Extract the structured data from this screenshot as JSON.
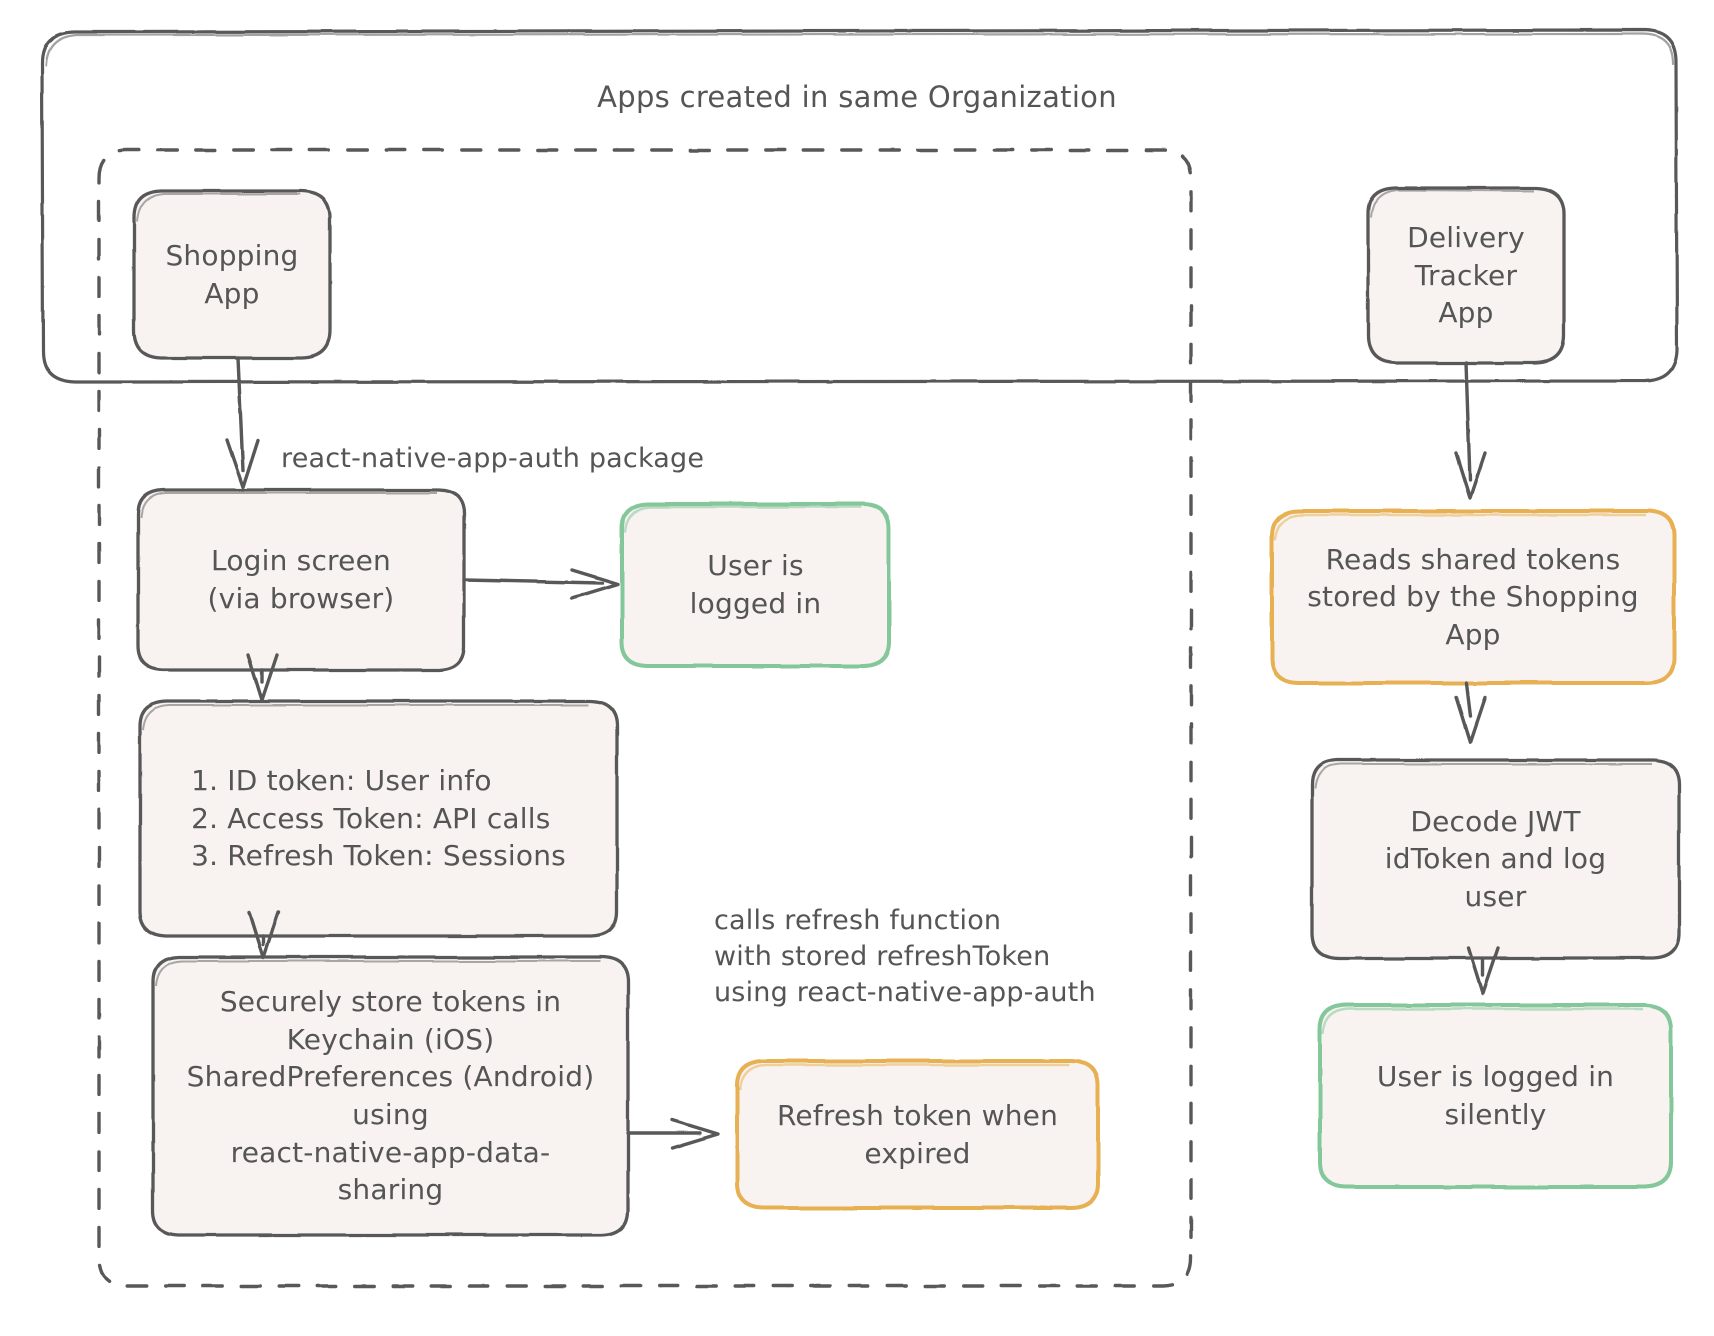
{
  "diagram": {
    "title": "Apps created in same Organization",
    "colors": {
      "stroke_dark": "#585858",
      "stroke_green": "#84c79a",
      "stroke_orange": "#e7b052",
      "fill_cream": "#f8f3f1",
      "text": "#555555",
      "background": "#ffffff"
    },
    "groups": [
      {
        "id": "org-boundary",
        "label": "Apps created in same Organization",
        "style": "solid"
      },
      {
        "id": "shopping-app-flow",
        "label": "",
        "style": "dashed"
      }
    ],
    "nodes": [
      {
        "id": "shopping-app",
        "label": "Shopping\nApp",
        "color": "dark",
        "align": "center"
      },
      {
        "id": "delivery-tracker-app",
        "label": "Delivery\nTracker\nApp",
        "color": "dark",
        "align": "center"
      },
      {
        "id": "login-screen",
        "label": "Login screen\n(via browser)",
        "color": "dark",
        "align": "center"
      },
      {
        "id": "user-logged-in",
        "label": "User is\nlogged in",
        "color": "green",
        "align": "center"
      },
      {
        "id": "tokens-list",
        "label": "1. ID token: User info\n2. Access Token: API calls\n3. Refresh Token: Sessions",
        "color": "dark",
        "align": "left"
      },
      {
        "id": "secure-store",
        "label": "Securely store tokens in\nKeychain (iOS)\nSharedPreferences (Android)\nusing\nreact-native-app-data-\nsharing",
        "color": "dark",
        "align": "center"
      },
      {
        "id": "refresh-token",
        "label": "Refresh token when\nexpired",
        "color": "orange",
        "align": "center"
      },
      {
        "id": "reads-shared-tokens",
        "label": "Reads shared tokens\nstored by the Shopping\nApp",
        "color": "orange",
        "align": "center"
      },
      {
        "id": "decode-jwt",
        "label": "Decode JWT\nidToken and log\nuser",
        "color": "dark",
        "align": "center"
      },
      {
        "id": "user-logged-in-silently",
        "label": "User is logged in\nsilently",
        "color": "green",
        "align": "center"
      }
    ],
    "edge_labels": [
      {
        "id": "package-label",
        "text": "react-native-app-auth package"
      },
      {
        "id": "refresh-annotation",
        "text": "calls refresh function\nwith stored refreshToken\nusing react-native-app-auth"
      }
    ],
    "edges": [
      {
        "from": "shopping-app",
        "to": "login-screen",
        "label": "react-native-app-auth package"
      },
      {
        "from": "login-screen",
        "to": "user-logged-in",
        "label": ""
      },
      {
        "from": "login-screen",
        "to": "tokens-list",
        "label": ""
      },
      {
        "from": "tokens-list",
        "to": "secure-store",
        "label": ""
      },
      {
        "from": "secure-store",
        "to": "refresh-token",
        "label": "calls refresh function with stored refreshToken using react-native-app-auth"
      },
      {
        "from": "delivery-tracker-app",
        "to": "reads-shared-tokens",
        "label": ""
      },
      {
        "from": "reads-shared-tokens",
        "to": "decode-jwt",
        "label": ""
      },
      {
        "from": "decode-jwt",
        "to": "user-logged-in-silently",
        "label": ""
      }
    ]
  }
}
